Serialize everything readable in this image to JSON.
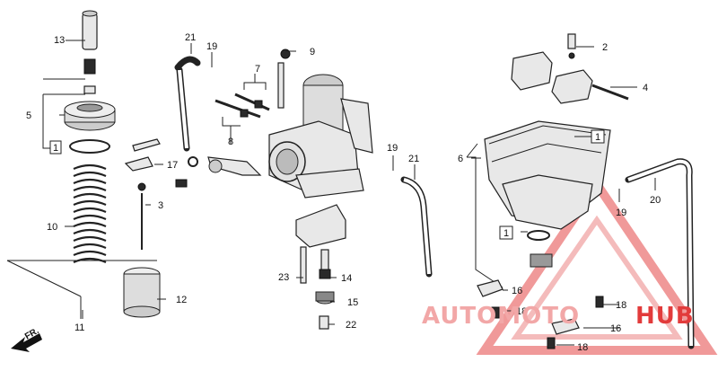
{
  "callouts": [
    {
      "text": "13"
    },
    {
      "text": "5"
    },
    {
      "text": "1"
    },
    {
      "text": "10"
    },
    {
      "text": "11"
    },
    {
      "text": "21"
    },
    {
      "text": "19"
    },
    {
      "text": "9"
    },
    {
      "text": "7"
    },
    {
      "text": "8"
    },
    {
      "text": "17"
    },
    {
      "text": "3"
    },
    {
      "text": "12"
    },
    {
      "text": "23"
    },
    {
      "text": "14"
    },
    {
      "text": "15"
    },
    {
      "text": "22"
    },
    {
      "text": "19"
    },
    {
      "text": "21"
    },
    {
      "text": "2"
    },
    {
      "text": "4"
    },
    {
      "text": "6"
    },
    {
      "text": "1"
    },
    {
      "text": "19"
    },
    {
      "text": "20"
    },
    {
      "text": "1"
    },
    {
      "text": "16"
    },
    {
      "text": "18"
    },
    {
      "text": "18"
    },
    {
      "text": "16"
    },
    {
      "text": "18"
    }
  ],
  "direction_marker": "FR.",
  "watermark": {
    "part1": "AUTOMOTO",
    "part2": "HUB",
    "color_main": "#f2a7a7",
    "color_accent": "#e23b3b"
  }
}
